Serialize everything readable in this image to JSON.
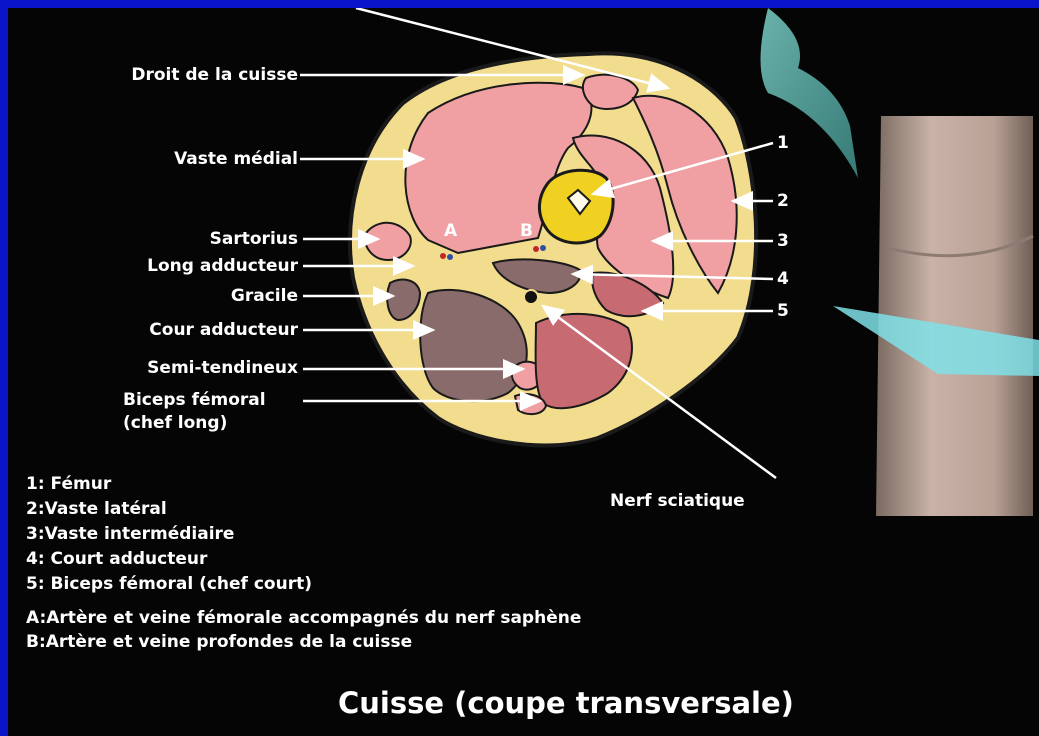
{
  "labels": {
    "droit": "Droit de la cuisse",
    "vaste_medial": "Vaste médial",
    "sartorius": "Sartorius",
    "long_adducteur": "Long adducteur",
    "gracile": "Gracile",
    "cour_adducteur": "Cour adducteur",
    "semi_tendineux": "Semi-tendineux",
    "biceps_line1": "Biceps fémoral",
    "biceps_line2": "(chef long)",
    "nerf": "Nerf sciatique",
    "n1": "1",
    "n2": "2",
    "n3": "3",
    "n4": "4",
    "n5": "5",
    "A": "A",
    "B": "B"
  },
  "legend": {
    "l1": "1: Fémur",
    "l2": "2:Vaste latéral",
    "l3": "3:Vaste intermédiaire",
    "l4": "4: Court adducteur",
    "l5": "5: Biceps fémoral (chef court)",
    "lA": "A:Artère et veine fémorale accompagnés du nerf saphène",
    "lB": "B:Artère et veine profondes de la cuisse"
  },
  "title": "Cuisse (coupe transversale)",
  "colors": {
    "background": "#050505",
    "frame": "#0a14c8",
    "fat": "#f2dc8e",
    "muscle": "#f0a0a3",
    "dark_muscle": "#8a6b6b",
    "red_muscle": "#c86a72",
    "bone": "#f0d020",
    "arrow_teal": "#5fb3ad"
  }
}
